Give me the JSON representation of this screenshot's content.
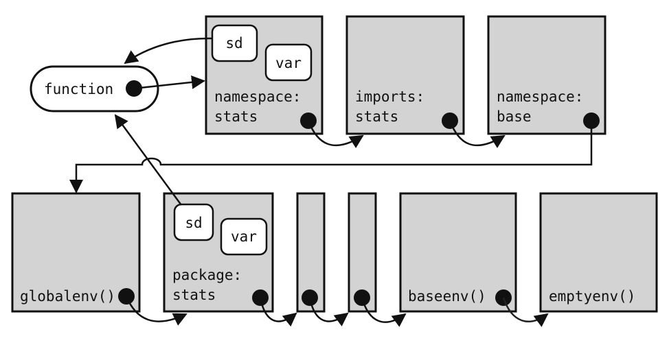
{
  "diagram": {
    "function_node": {
      "label": "function"
    },
    "top_row": [
      {
        "id": "namespace-stats",
        "label_line1": "namespace:",
        "label_line2": "stats",
        "bindings": [
          "sd",
          "var"
        ]
      },
      {
        "id": "imports-stats",
        "label_line1": "imports:",
        "label_line2": "stats",
        "bindings": []
      },
      {
        "id": "namespace-base",
        "label_line1": "namespace:",
        "label_line2": "base",
        "bindings": []
      }
    ],
    "bottom_row": [
      {
        "id": "globalenv",
        "label": "globalenv()"
      },
      {
        "id": "package-stats",
        "label_line1": "package:",
        "label_line2": "stats",
        "bindings": [
          "sd",
          "var"
        ]
      },
      {
        "id": "attached-1",
        "label": ""
      },
      {
        "id": "attached-2",
        "label": ""
      },
      {
        "id": "baseenv",
        "label": "baseenv()"
      },
      {
        "id": "emptyenv",
        "label": "emptyenv()"
      }
    ],
    "edges": [
      {
        "from": "namespace-stats.sd",
        "to": "function",
        "kind": "binding"
      },
      {
        "from": "function",
        "to": "namespace-stats",
        "kind": "enclosing-env"
      },
      {
        "from": "package-stats.sd",
        "to": "function",
        "kind": "binding"
      },
      {
        "from": "namespace-stats",
        "to": "imports-stats",
        "kind": "parent"
      },
      {
        "from": "imports-stats",
        "to": "namespace-base",
        "kind": "parent"
      },
      {
        "from": "namespace-base",
        "to": "globalenv",
        "kind": "parent"
      },
      {
        "from": "globalenv",
        "to": "package-stats",
        "kind": "parent"
      },
      {
        "from": "package-stats",
        "to": "attached-1",
        "kind": "parent"
      },
      {
        "from": "attached-1",
        "to": "attached-2",
        "kind": "parent"
      },
      {
        "from": "attached-2",
        "to": "baseenv",
        "kind": "parent"
      },
      {
        "from": "baseenv",
        "to": "emptyenv",
        "kind": "parent"
      }
    ]
  }
}
